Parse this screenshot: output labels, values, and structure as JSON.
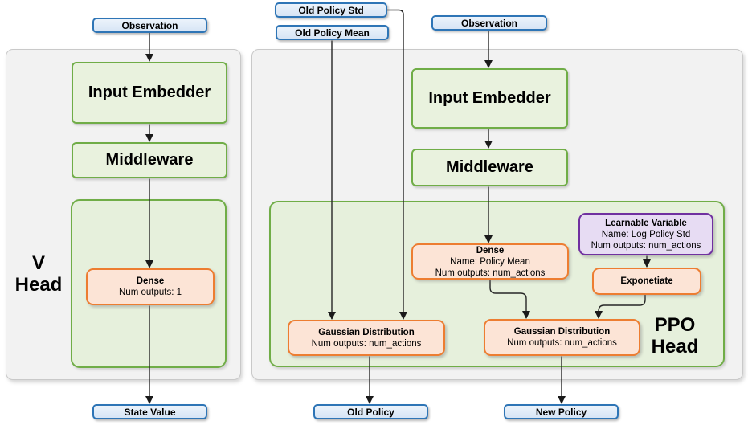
{
  "v_head": {
    "label": {
      "line1": "V",
      "line2": "Head"
    },
    "observation": "Observation",
    "input_embedder": "Input Embedder",
    "middleware": "Middleware",
    "dense": {
      "title": "Dense",
      "outputs": "Num outputs: 1"
    },
    "state_value": "State Value"
  },
  "ppo_head": {
    "label": {
      "line1": "PPO",
      "line2": "Head"
    },
    "old_policy_std": "Old Policy Std",
    "old_policy_mean": "Old Policy Mean",
    "observation": "Observation",
    "input_embedder": "Input Embedder",
    "middleware": "Middleware",
    "dense": {
      "title": "Dense",
      "name": "Name: Policy Mean",
      "outputs": "Num outputs: num_actions"
    },
    "learnable_variable": {
      "title": "Learnable Variable",
      "name": "Name: Log Policy Std",
      "outputs": "Num outputs: num_actions"
    },
    "exponetiate": "Exponetiate",
    "gaussian_old": {
      "title": "Gaussian Distribution",
      "outputs": "Num outputs: num_actions"
    },
    "gaussian_new": {
      "title": "Gaussian Distribution",
      "outputs": "Num outputs: num_actions"
    },
    "old_policy": "Old Policy",
    "new_policy": "New Policy"
  },
  "colors": {
    "io_fill": "#DEEBF7",
    "io_border": "#2E75B6",
    "green_fill": "#E9F2DE",
    "green_border": "#70AD47",
    "green_container_fill": "#E6F0DC",
    "orange_fill": "#FCE4D6",
    "orange_border": "#ED7D31",
    "purple_fill": "#E7DCF3",
    "purple_border": "#7030A0",
    "panel_fill": "#F2F2F2",
    "panel_border": "#C9C9C9",
    "connector": "#262626"
  }
}
